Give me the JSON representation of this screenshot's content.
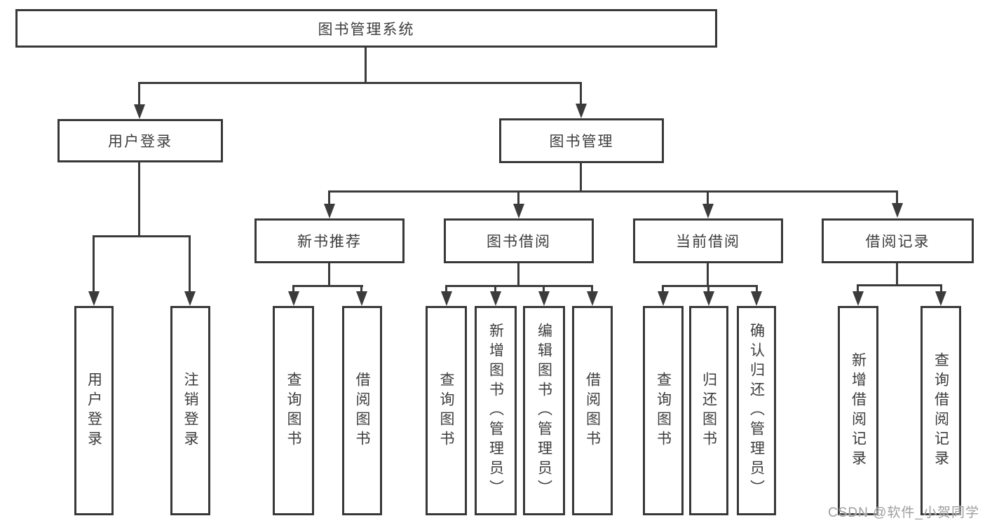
{
  "tree": {
    "label": "图书管理系统",
    "children": [
      {
        "label": "用户登录",
        "children": [
          {
            "label": "用户登录"
          },
          {
            "label": "注销登录"
          }
        ]
      },
      {
        "label": "图书管理",
        "children": [
          {
            "label": "新书推荐",
            "children": [
              {
                "label": "查询图书"
              },
              {
                "label": "借阅图书"
              }
            ]
          },
          {
            "label": "图书借阅",
            "children": [
              {
                "label": "查询图书"
              },
              {
                "label": "新增图书（管理员）"
              },
              {
                "label": "编辑图书（管理员）"
              },
              {
                "label": "借阅图书"
              }
            ]
          },
          {
            "label": "当前借阅",
            "children": [
              {
                "label": "查询图书"
              },
              {
                "label": "归还图书"
              },
              {
                "label": "确认归还（管理员）"
              }
            ]
          },
          {
            "label": "借阅记录",
            "children": [
              {
                "label": "新增借阅记录"
              },
              {
                "label": "查询借阅记录"
              }
            ]
          }
        ]
      }
    ]
  },
  "watermark": "CSDN @软件_小贺同学",
  "colors": {
    "background": "#ffffff",
    "box_border": "#383838",
    "connector_line": "#3b3b3b",
    "text": "#3d3d3d",
    "watermark": "#9e9e9e"
  }
}
